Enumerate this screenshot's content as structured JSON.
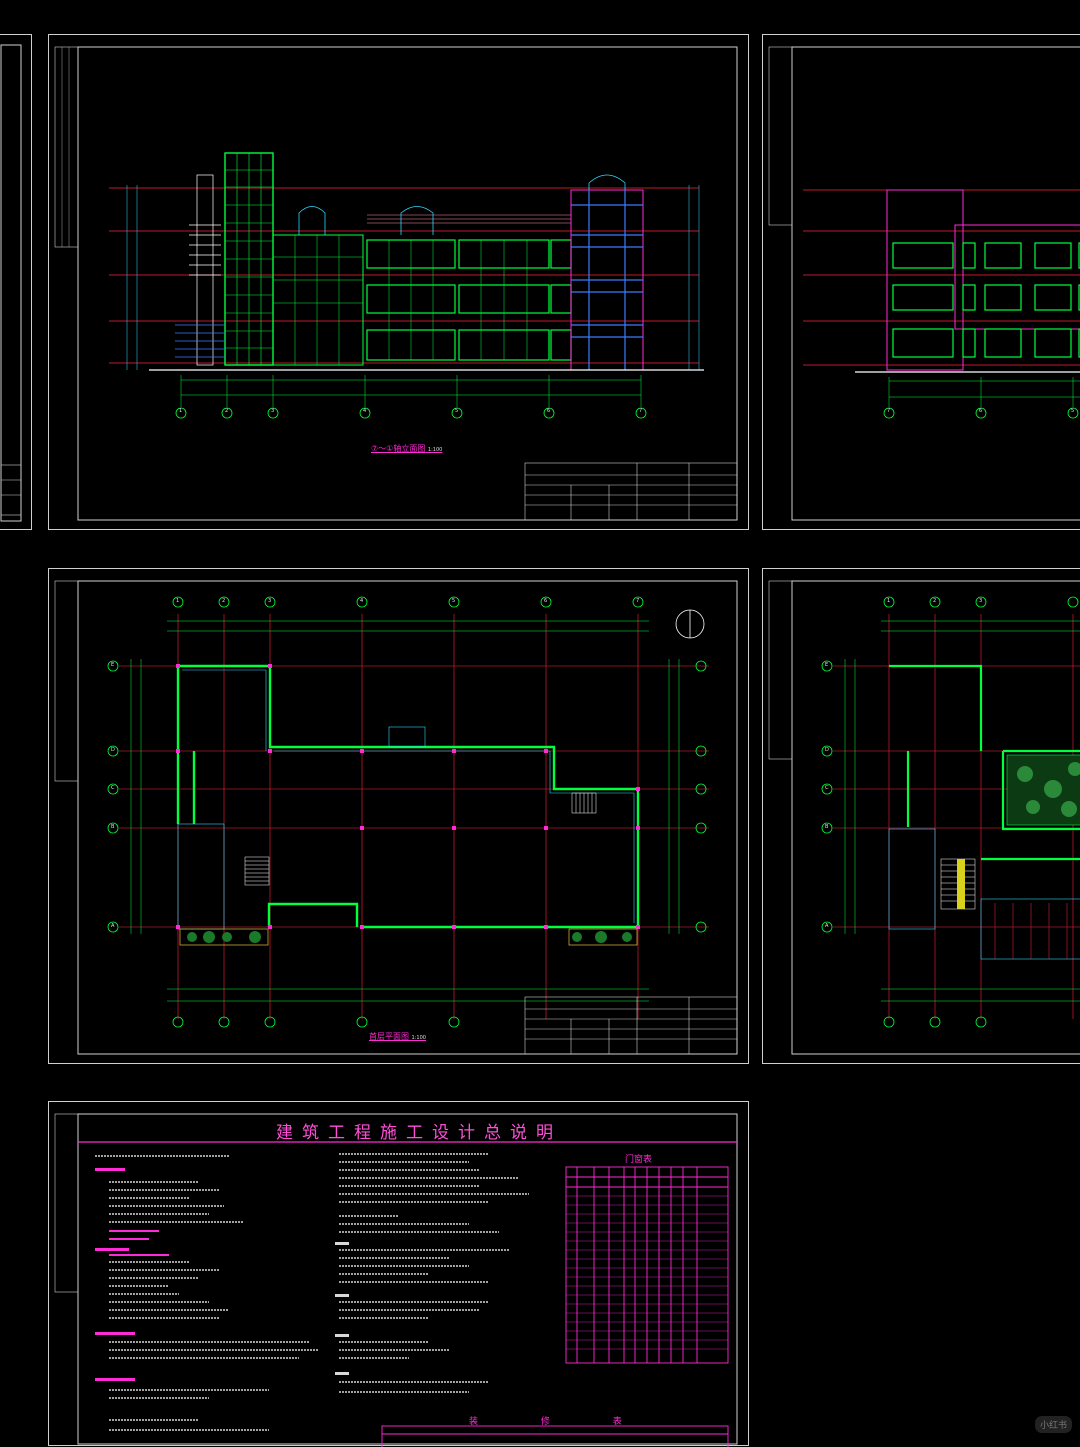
{
  "sheets": {
    "elevation": {
      "title": "⑦～①轴立面图",
      "scale": "1:100",
      "axes": [
        "1",
        "2",
        "3",
        "4",
        "5",
        "6",
        "7"
      ]
    },
    "elevation_right": {
      "axes": [
        "7",
        "6",
        "5"
      ]
    },
    "plan": {
      "title": "首层平面图",
      "scale": "1:100",
      "axes": [
        "1",
        "2",
        "3",
        "4",
        "5",
        "6",
        "7"
      ],
      "rows": [
        "E",
        "D",
        "C",
        "B",
        "A"
      ]
    },
    "plan_right": {
      "axes": [
        "1",
        "2",
        "3"
      ],
      "rows": [
        "E",
        "D",
        "C",
        "B",
        "A"
      ]
    },
    "notes": {
      "title": "建筑工程施工设计总说明",
      "door_table_title": "门窗表",
      "finish_table_title": "装 修 表"
    }
  },
  "watermark": "小红书",
  "colors": {
    "frame": "#cfcfcf",
    "wall": "#00ff3c",
    "axis": "#ff1f3d",
    "magenta": "#ff2bd6",
    "cyan": "#2fd8ff",
    "blue": "#3b7bff"
  }
}
